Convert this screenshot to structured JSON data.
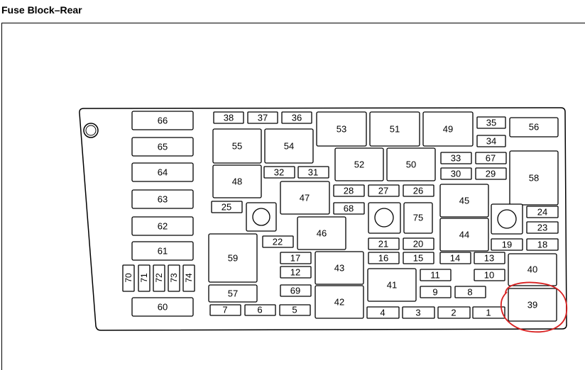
{
  "title": "Fuse Block–Rear",
  "highlight_color": "#d81f1f",
  "highlighted_fuse": "39",
  "fuses": {
    "f66": "66",
    "f65": "65",
    "f64": "64",
    "f63": "63",
    "f62": "62",
    "f61": "61",
    "f60": "60",
    "f70": "70",
    "f71": "71",
    "f72": "72",
    "f73": "73",
    "f74": "74",
    "f38": "38",
    "f37": "37",
    "f36": "36",
    "f55": "55",
    "f54": "54",
    "f32": "32",
    "f31": "31",
    "f48": "48",
    "f47": "47",
    "f25": "25",
    "f22": "22",
    "f46": "46",
    "f59": "59",
    "f17": "17",
    "f12": "12",
    "f69": "69",
    "f57": "57",
    "f7": "7",
    "f6": "6",
    "f5": "5",
    "f53": "53",
    "f51": "51",
    "f49": "49",
    "f52": "52",
    "f50": "50",
    "f28": "28",
    "f27": "27",
    "f26": "26",
    "f68": "68",
    "f75": "75",
    "f21": "21",
    "f20": "20",
    "f16": "16",
    "f15": "15",
    "f43": "43",
    "f42": "42",
    "f41": "41",
    "f11": "11",
    "f9": "9",
    "f8": "8",
    "f4": "4",
    "f3": "3",
    "f2": "2",
    "f1": "1",
    "f45": "45",
    "f44": "44",
    "f14": "14",
    "f13": "13",
    "f10": "10",
    "f35": "35",
    "f34": "34",
    "f33": "33",
    "f67": "67",
    "f30": "30",
    "f29": "29",
    "f56": "56",
    "f58": "58",
    "f24": "24",
    "f23": "23",
    "f19": "19",
    "f18": "18",
    "f40": "40",
    "f39": "39"
  }
}
